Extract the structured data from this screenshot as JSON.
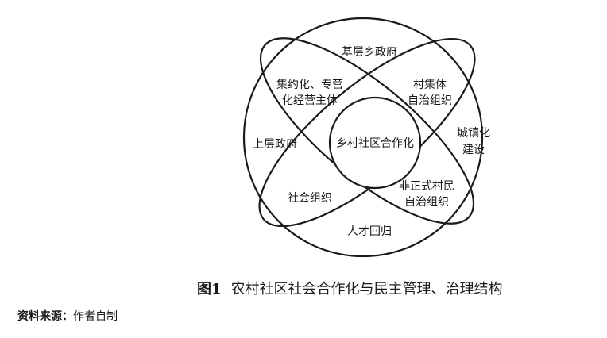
{
  "diagram": {
    "outer_circle_label": "基层乡政府",
    "center_label": "乡村社区合作化",
    "nodes": {
      "top_left": [
        "集约化、专营",
        "化经营主体"
      ],
      "top_right": [
        "村集体",
        "自治组织"
      ],
      "left": "上层政府",
      "right": [
        "城镇化",
        "建设"
      ],
      "bottom_left": "社会组织",
      "bottom_right": [
        "非正式村民",
        "自治组织"
      ],
      "bottom": "人才回归"
    }
  },
  "caption": {
    "figure_number": "图1",
    "title": "农村社区社会合作化与民主管理、治理结构"
  },
  "source": {
    "label": "资料来源：",
    "text": "作者自制"
  }
}
